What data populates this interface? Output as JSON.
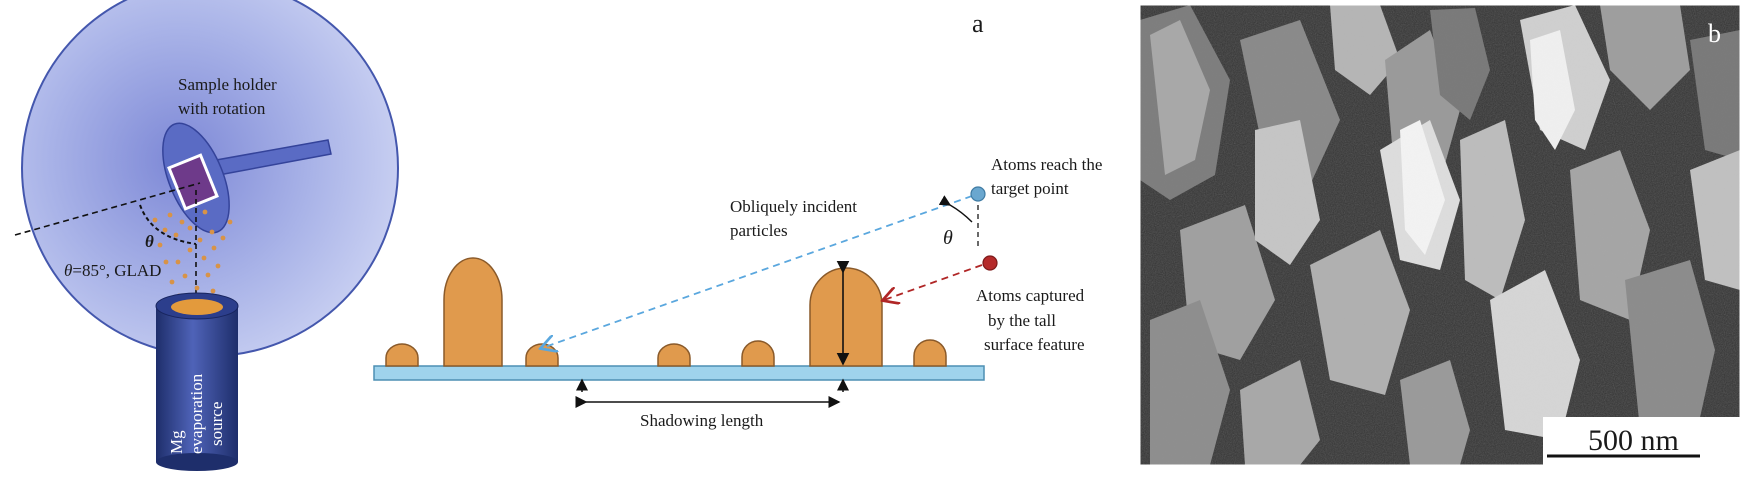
{
  "panel_a": {
    "letter": "a",
    "holder_label_line1": "Sample holder",
    "holder_label_line2": "with rotation",
    "theta_symbol": "θ",
    "angle_label_theta": "θ",
    "angle_label_rest": "=85°, GLAD",
    "source_line1": "Mg",
    "source_line2": "evaporation",
    "source_line3": "source",
    "oblique_line1": "Obliquely incident",
    "oblique_line2": "particles",
    "reach_line1": "Atoms reach the",
    "reach_line2": "target point",
    "captured_line1": "Atoms captured",
    "captured_line2": "by the tall",
    "captured_line3": "surface feature",
    "shadow_label": "Shadowing length",
    "colors": {
      "chamber": "#a9b3e6",
      "holder": "#5a6bc4",
      "sample": "#6e3a8a",
      "feature": "#e09a4d",
      "substrate": "#9fd3ec",
      "blue_arrow": "#5aa7de",
      "red_arrow": "#b02626",
      "blue_atom": "#6aa7cf",
      "red_atom": "#b52a2a"
    }
  },
  "panel_b": {
    "letter": "b",
    "scale_bar_label": "500 nm",
    "image_description_icon": "sem-micrograph"
  }
}
